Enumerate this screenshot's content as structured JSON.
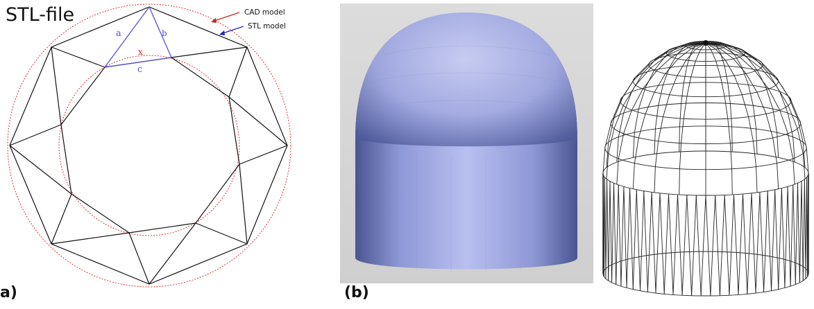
{
  "panel_a": {
    "title": "STL-file",
    "label": "a)",
    "legend": {
      "cad": "CAD model",
      "stl": "STL model"
    },
    "edges": {
      "a": "a",
      "b": "b",
      "c": "c",
      "x": "x"
    },
    "colors": {
      "edge_lines": "#111111",
      "triangle": "#4f4fe0",
      "x_marker": "#e02020",
      "circles": "#e03030"
    }
  },
  "panel_b": {
    "label": "(b)",
    "colors": {
      "dome_light": "#c9cdf2",
      "dome_dark": "#4e5a9a",
      "background": "#d6d6d6"
    }
  }
}
